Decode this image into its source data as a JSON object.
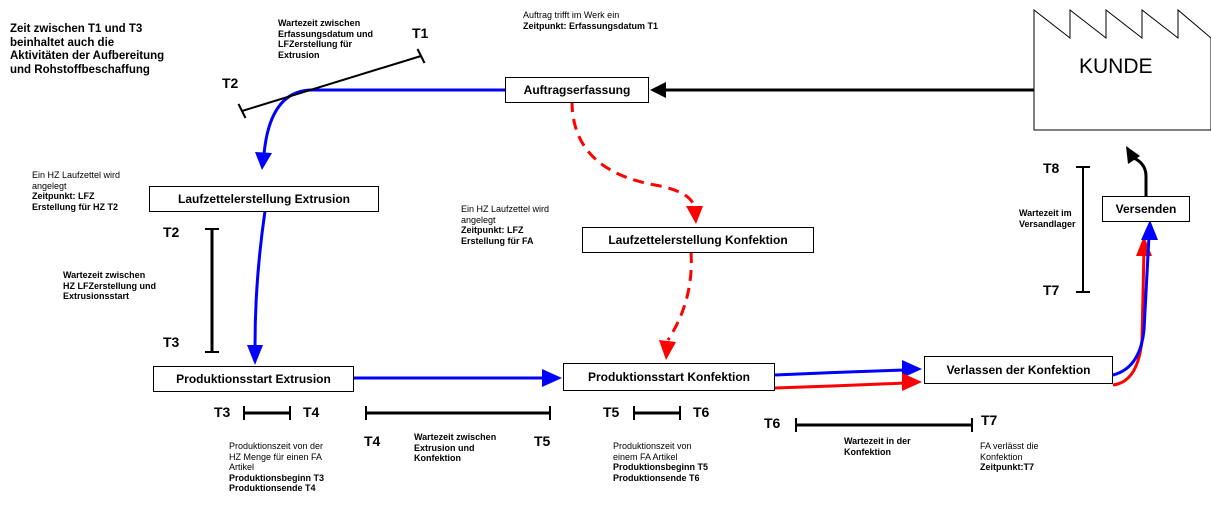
{
  "customer": {
    "label": "KUNDE"
  },
  "boxes": {
    "auftragserfassung": "Auftragserfassung",
    "laufzettel_extrusion": "Laufzettelerstellung Extrusion",
    "laufzettel_konfektion": "Laufzettelerstellung Konfektion",
    "produktionsstart_extrusion": "Produktionsstart Extrusion",
    "produktionsstart_konfektion": "Produktionsstart Konfektion",
    "verlassen_konfektion": "Verlassen der Konfektion",
    "versenden": "Versenden"
  },
  "header_note": [
    "Zeit zwischen T1 und T3",
    "beinhaltet auch die",
    "Aktivitäten der Aufbereitung",
    "und Rohstoffbeschaffung"
  ],
  "notes": {
    "wartezeit_t1_t2": [
      "Wartezeit zwischen",
      "Erfassungsdatum und",
      "LFZerstellung für",
      "Extrusion"
    ],
    "auftrag": {
      "normal": "Auftrag trifft im Werk ein",
      "bold": "Zeitpunkt: Erfassungsdatum T1"
    },
    "hz_laufzettel": {
      "normal": [
        "Ein HZ Laufzettel wird",
        "angelegt"
      ],
      "bold": [
        "Zeitpunkt: LFZ",
        "Erstellung für HZ T2"
      ]
    },
    "fa_laufzettel": {
      "normal": [
        "Ein HZ Laufzettel wird",
        "angelegt"
      ],
      "bold": [
        "Zeitpunkt: LFZ",
        "Erstellung für FA"
      ]
    },
    "wartezeit_t2_t3": [
      "Wartezeit zwischen",
      "HZ LFZerstellung und",
      "Extrusionsstart"
    ],
    "produktion_extrusion": {
      "normal": [
        "Produktionszeit von der",
        "HZ Menge für einen FA",
        "Artikel"
      ],
      "bold": [
        "Produktionsbeginn T3",
        "Produktionsende T4"
      ]
    },
    "wartezeit_t4_t5": [
      "Wartezeit zwischen",
      "Extrusion und",
      "Konfektion"
    ],
    "produktion_konfektion": {
      "normal": [
        "Produktionszeit von",
        "einem FA Artikel"
      ],
      "bold": [
        "Produktionsbeginn T5",
        "Produktionsende T6"
      ]
    },
    "wartezeit_t6_t7": [
      "Wartezeit in der",
      "Konfektion"
    ],
    "fa_verlaesst": {
      "normal": [
        "FA verlässt die",
        "Konfektion"
      ],
      "bold": [
        "Zeitpunkt:T7"
      ]
    },
    "versandlager": [
      "Wartezeit im",
      "Versandlager"
    ]
  },
  "time_labels": {
    "t1": "T1",
    "t2_top": "T2",
    "t2_left": "T2",
    "t3_left": "T3",
    "t3_bottom": "T3",
    "t4_bottom": "T4",
    "t4_mid": "T4",
    "t5_mid": "T5",
    "t5_bottom": "T5",
    "t6_bottom": "T6",
    "t6_right": "T6",
    "t7_right": "T7",
    "t8": "T8",
    "t7_ship": "T7"
  },
  "colors": {
    "blue_flow": "#0000ff",
    "red_flow": "#ff0000",
    "black_flow": "#000000"
  }
}
